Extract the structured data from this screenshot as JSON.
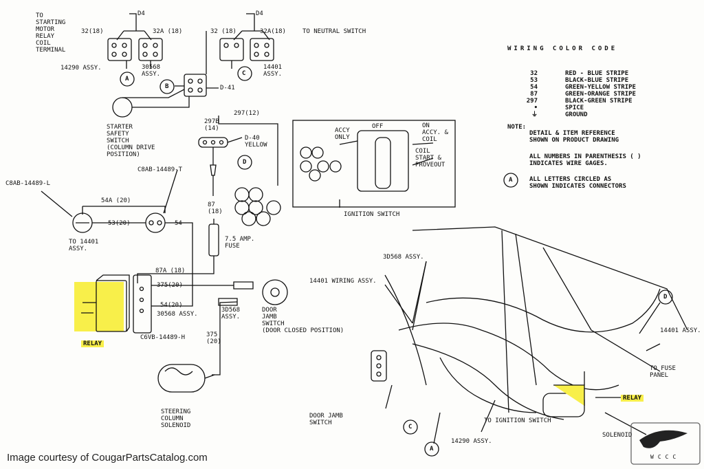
{
  "legend": {
    "title": "WIRING COLOR CODE",
    "rows": [
      {
        "code": "32",
        "desc": "RED - BLUE STRIPE"
      },
      {
        "code": "53",
        "desc": "BLACK-BLUE STRIPE"
      },
      {
        "code": "54",
        "desc": "GREEN-YELLOW STRIPE"
      },
      {
        "code": "87",
        "desc": "GREEN-ORANGE STRIPE"
      },
      {
        "code": "297",
        "desc": "BLACK-GREEN STRIPE"
      },
      {
        "code": "•",
        "desc": "SPICE"
      },
      {
        "code": "⏚",
        "desc": "GROUND"
      }
    ]
  },
  "notes": {
    "title": "NOTE:",
    "n1": "DETAIL & ITEM REFERENCE\nSHOWN ON PRODUCT DRAWING",
    "n2": "ALL NUMBERS IN PARENTHESIS ( )\nINDICATES WIRE GAGES.",
    "n3": "ALL LETTERS CIRCLED AS\nSHOWN INDICATES CONNECTORS",
    "n3_letter": "A"
  },
  "labels": {
    "to_starting": "TO\nSTARTING\nMOTOR\nRELAY\nCOIL\nTERMINAL",
    "d4_a": "D4",
    "d4_b": "D4",
    "w32_18_a": "32(18)",
    "w32a_18_a": "32A (18)",
    "w32_18_b": "32 (18)",
    "w32a_18_b": "32A(18)",
    "to_neutral": "TO NEUTRAL SWITCH",
    "assy_14290": "14290 ASSY.",
    "assy_30568": "30568\nASSY.",
    "assy_14401_top": "14401\nASSY.",
    "d41": "D-41",
    "starter_safety": "STARTER\nSAFETY\nSWITCH\n(COLUMN DRIVE\nPOSITION)",
    "w297_12": "297(12)",
    "w297b_14": "297B\n(14)",
    "d40": "D-40\nYELLOW",
    "c8ab_t": "C8AB-14489-T",
    "c8ab_l": "C8AB-14489-L",
    "w54a_20": "54A (20)",
    "w53_20": "53(20)",
    "w54": "54",
    "to_14401": "TO 14401\nASSY.",
    "w87_18": "87\n(18)",
    "fuse": "7.5 AMP.\nFUSE",
    "w87a_18": "87A (18)",
    "w375_20_a": "375(20)",
    "w54_20": "54(20)",
    "assy_3d568_a": "30568 ASSY.",
    "c6vb": "C6VB-14489-H",
    "relay_left": "RELAY",
    "assy_3d568_b": "3D568\nASSY.",
    "w375_20_b": "375\n(20)",
    "door_jamb": "DOOR\nJAMB\nSWITCH\n(DOOR CLOSED POSITION)",
    "steering": "STEERING\nCOLUMN\nSOLENOID",
    "ign_off": "OFF",
    "ign_accy_only": "ACCY\nONLY",
    "ign_on": "ON\nACCY. &\nCOIL",
    "ign_coil": "COIL\nSTART &\nPROVEOUT",
    "ign_switch": "IGNITION SWITCH",
    "r_3d568": "3D568 ASSY.",
    "r_14401_wiring": "14401 WIRING ASSY.",
    "r_14401_assy": "14401 ASSY.",
    "r_to_fuse": "TO FUSE\nPANEL",
    "r_relay": "RELAY",
    "r_door_jamb": "DOOR JAMB\nSWITCH",
    "r_to_ign": "TO IGNITION SWITCH",
    "r_solenoid": "SOLENOID",
    "r_14290": "14290 ASSY.",
    "credit": "Image courtesy of CougarPartsCatalog.com",
    "logo_text": "WCCC"
  },
  "connectors": {
    "a": "A",
    "b": "B",
    "c": "C",
    "d": "D",
    "r_a": "A",
    "r_c": "C",
    "r_d": "D"
  },
  "colors": {
    "highlight": "#f8ef4a",
    "ink": "#111111"
  }
}
